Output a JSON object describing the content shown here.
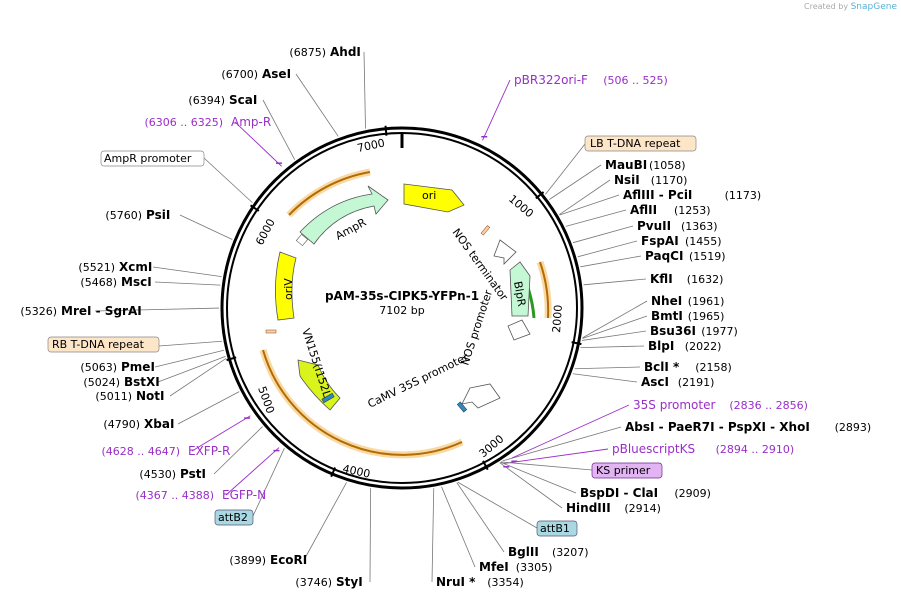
{
  "credit": {
    "prefix": "Created by",
    "brand": "SnapGene"
  },
  "plasmid": {
    "name": "pAM-35s-CIPK5-YFPn-1",
    "size": "7102 bp"
  },
  "ring_ticks": [
    "1000",
    "2000",
    "3000",
    "4000",
    "5000",
    "6000",
    "7000"
  ],
  "enzymes": [
    {
      "name": "AhdI",
      "pos": "(6875)"
    },
    {
      "name": "AseI",
      "pos": "(6700)"
    },
    {
      "name": "ScaI",
      "pos": "(6394)"
    },
    {
      "name": "PsiI",
      "pos": "(5760)"
    },
    {
      "name": "XcmI",
      "pos": "(5521)"
    },
    {
      "name": "MscI",
      "pos": "(5468)"
    },
    {
      "name": "MreI - SgrAI",
      "pos": "(5326)"
    },
    {
      "name": "PmeI",
      "pos": "(5063)"
    },
    {
      "name": "BstXI",
      "pos": "(5024)"
    },
    {
      "name": "NotI",
      "pos": "(5011)"
    },
    {
      "name": "XbaI",
      "pos": "(4790)"
    },
    {
      "name": "PstI",
      "pos": "(4530)"
    },
    {
      "name": "EcoRI",
      "pos": "(3899)"
    },
    {
      "name": "StyI",
      "pos": "(3746)"
    },
    {
      "name": "NruI *",
      "pos": "(3354)"
    },
    {
      "name": "MfeI",
      "pos": "(3305)"
    },
    {
      "name": "BglII",
      "pos": "(3207)"
    },
    {
      "name": "HindIII",
      "pos": "(2914)"
    },
    {
      "name": "BspDI - ClaI",
      "pos": "(2909)"
    },
    {
      "name": "AbsI - PaeR7I - PspXI - XhoI",
      "pos": "(2893)"
    },
    {
      "name": "AscI",
      "pos": "(2191)"
    },
    {
      "name": "BclI *",
      "pos": "(2158)"
    },
    {
      "name": "BlpI",
      "pos": "(2022)"
    },
    {
      "name": "Bsu36I",
      "pos": "(1977)"
    },
    {
      "name": "BmtI",
      "pos": "(1965)"
    },
    {
      "name": "NheI",
      "pos": "(1961)"
    },
    {
      "name": "KflI",
      "pos": "(1632)"
    },
    {
      "name": "PaqCI",
      "pos": "(1519)"
    },
    {
      "name": "FspAI",
      "pos": "(1455)"
    },
    {
      "name": "PvuII",
      "pos": "(1363)"
    },
    {
      "name": "AflII",
      "pos": "(1253)"
    },
    {
      "name": "AflIII - PciI",
      "pos": "(1173)"
    },
    {
      "name": "NsiI",
      "pos": "(1170)"
    },
    {
      "name": "MauBI",
      "pos": "(1058)"
    }
  ],
  "primers": [
    {
      "name": "pBR322ori-F",
      "pos": "(506 .. 525)"
    },
    {
      "name": "Amp-R",
      "pos": "(6306 .. 6325)"
    },
    {
      "name": "EXFP-R",
      "pos": "(4628 .. 4647)"
    },
    {
      "name": "EGFP-N",
      "pos": "(4367 .. 4388)"
    },
    {
      "name": "35S promoter",
      "pos": "(2836 .. 2856)"
    },
    {
      "name": "pBluescriptKS",
      "pos": "(2894 .. 2910)"
    }
  ],
  "boxed_labels": {
    "lb_tdna": "LB T-DNA repeat",
    "rb_tdna": "RB T-DNA repeat",
    "ampr_promoter": "AmpR promoter",
    "ks_primer": "KS primer",
    "attb1": "attB1",
    "attb2": "attB2"
  },
  "features": {
    "ori": "ori",
    "ampr": "AmpR",
    "oriv": "oriV",
    "blpr": "BlpR",
    "nos_terminator": "NOS terminator",
    "nos_promoter": "NOS promoter",
    "camv35s": "CaMV 35S promoter",
    "vn155": "VN155(I152L)"
  },
  "colors": {
    "purple": "#9a2ec9",
    "feature_yellow": "#ffff00",
    "feature_green": "#c4f8d4",
    "feature_lime": "#d8f41c",
    "orange": "#e8a03a",
    "ring": "#000000"
  }
}
